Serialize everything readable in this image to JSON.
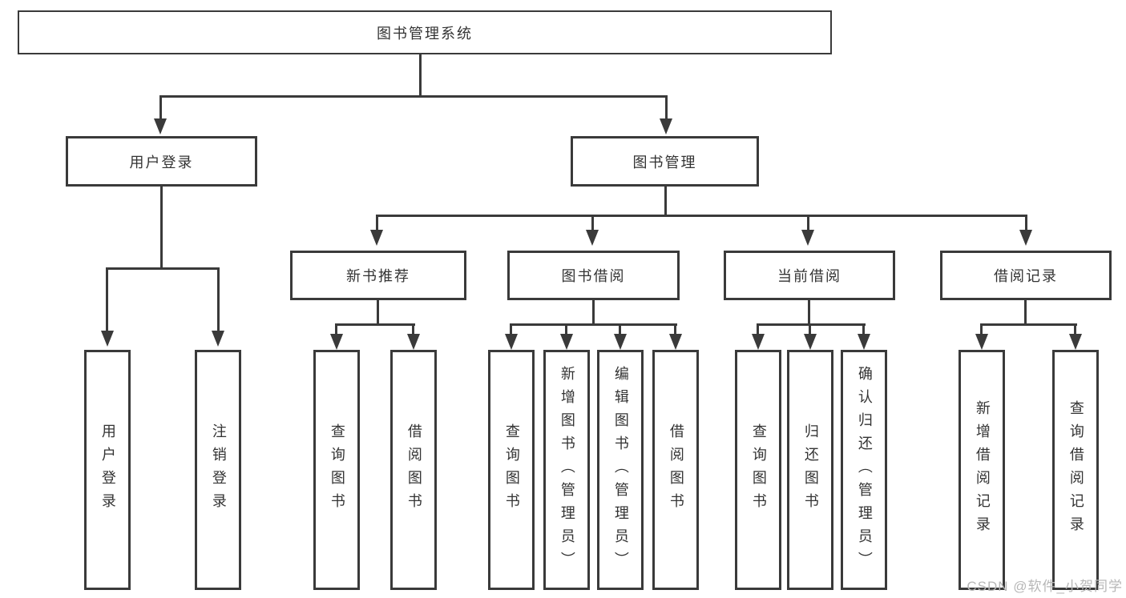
{
  "root": {
    "label": "图书管理系统"
  },
  "level2": {
    "user_login": {
      "label": "用户登录"
    },
    "book_mgmt": {
      "label": "图书管理"
    }
  },
  "level3": {
    "new_books": {
      "label": "新书推荐"
    },
    "book_borrow": {
      "label": "图书借阅"
    },
    "current_borrow": {
      "label": "当前借阅"
    },
    "borrow_records": {
      "label": "借阅记录"
    }
  },
  "leaves": {
    "user_login": {
      "label": "用户登录"
    },
    "logout": {
      "label": "注销登录"
    },
    "newbooks_query": {
      "label": "查询图书"
    },
    "newbooks_borrow": {
      "label": "借阅图书"
    },
    "borrow_query": {
      "label": "查询图书"
    },
    "borrow_add": {
      "label": "新增图书（管理员）"
    },
    "borrow_edit": {
      "label": "编辑图书（管理员）"
    },
    "borrow_borrow": {
      "label": "借阅图书"
    },
    "current_query": {
      "label": "查询图书"
    },
    "current_return": {
      "label": "归还图书"
    },
    "current_confirm": {
      "label": "确认归还（管理员）"
    },
    "records_add": {
      "label": "新增借阅记录"
    },
    "records_query": {
      "label": "查询借阅记录"
    }
  },
  "watermark": {
    "text": "CSDN @软件_小贺同学"
  },
  "colors": {
    "line": "#3a3a3a",
    "box_border": "#3a3a3a",
    "text": "#333333",
    "watermark": "#b7b7b7",
    "background": "#ffffff"
  }
}
